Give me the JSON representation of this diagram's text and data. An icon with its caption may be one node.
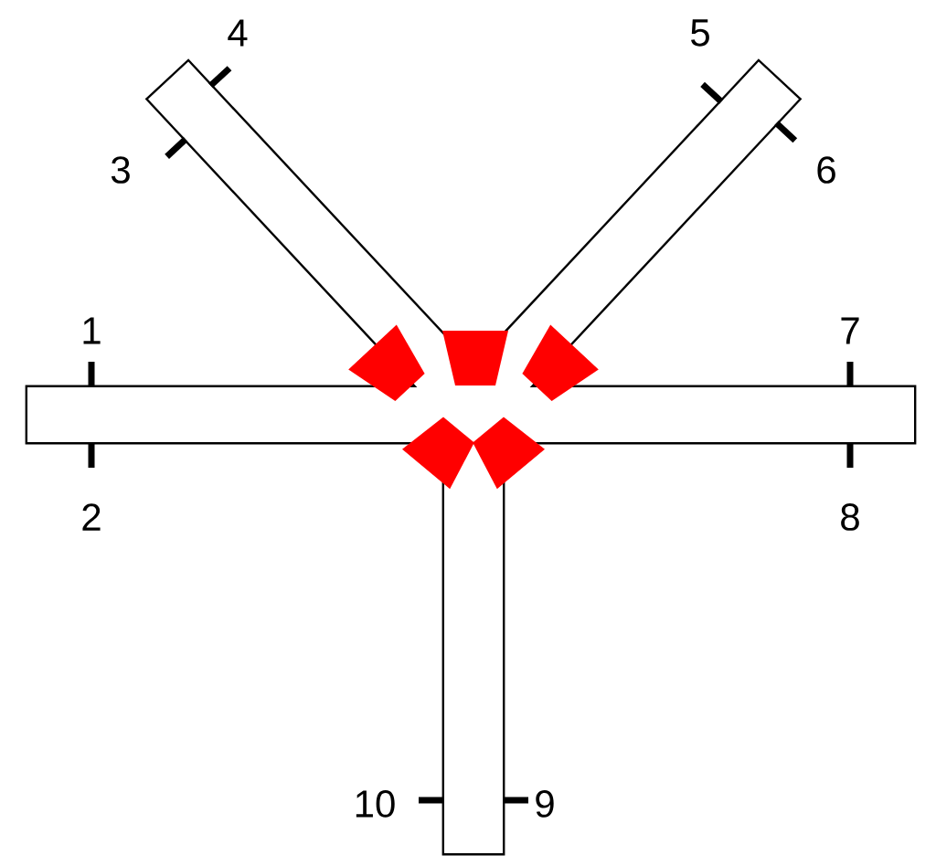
{
  "diagram": {
    "labels": [
      "4",
      "5",
      "3",
      "6",
      "1",
      "7",
      "2",
      "8",
      "10",
      "9"
    ]
  }
}
